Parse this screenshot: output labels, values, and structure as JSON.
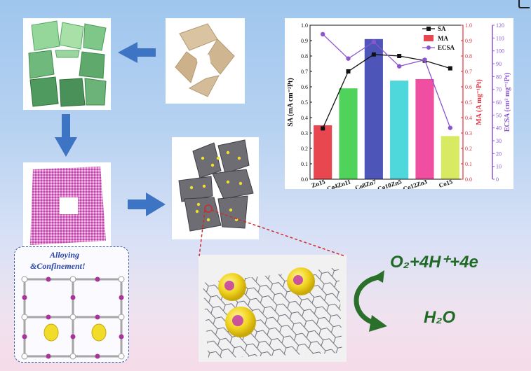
{
  "labels": {
    "alloying_line1": "Alloying",
    "alloying_line2": "&Confinement!",
    "reaction_reactant": "O₂+4H⁺+4e",
    "reaction_product": "H₂O"
  },
  "chart_data": {
    "type": "bar",
    "categories": [
      "Zn15",
      "Co4Zn11",
      "Co8Zn7",
      "Co10Zn5",
      "Co12Zn3",
      "Co15"
    ],
    "series": [
      {
        "name": "SA",
        "kind": "line",
        "axis": "left",
        "values": [
          0.33,
          0.7,
          0.81,
          0.8,
          0.77,
          0.72
        ],
        "color": "#111111"
      },
      {
        "name": "MA",
        "kind": "bar",
        "axis": "right",
        "values": [
          0.35,
          0.59,
          0.91,
          0.64,
          0.65,
          0.28
        ],
        "colors": [
          "#e8474f",
          "#4fd35a",
          "#4e55b8",
          "#4fd8dc",
          "#f04fa1",
          "#d7ea62"
        ]
      },
      {
        "name": "ECSA",
        "kind": "line",
        "axis": "right2",
        "values": [
          113,
          94,
          107,
          88,
          93,
          40
        ],
        "color": "#8a55cf"
      }
    ],
    "ylabel_left": "SA (mA cm⁻²Pt)",
    "ylabel_right": "MA (A mg⁻¹Pt)",
    "ylabel_right2": "ECSA (cm² mg⁻¹Pt)",
    "ylim_left": [
      0,
      1.0
    ],
    "ylim_right": [
      0,
      1.0
    ],
    "ylim_right2": [
      0,
      120
    ],
    "yticks_left": [
      "0.0",
      "0.1",
      "0.2",
      "0.3",
      "0.4",
      "0.5",
      "0.6",
      "0.7",
      "0.8",
      "0.9",
      "1.0"
    ],
    "yticks_right": [
      "0.0",
      "0.1",
      "0.2",
      "0.3",
      "0.4",
      "0.5",
      "0.6",
      "0.7",
      "0.8",
      "0.9",
      "1.0"
    ],
    "yticks_right2": [
      "0",
      "10",
      "20",
      "30",
      "40",
      "50",
      "60",
      "70",
      "80",
      "90",
      "100",
      "110",
      "120"
    ],
    "legend": [
      "SA",
      "MA",
      "ECSA"
    ],
    "legend_position": "top-right",
    "colors": {
      "left_axis": "#111111",
      "right_axis": "#e0323f",
      "right2_axis": "#8a55cf"
    }
  }
}
